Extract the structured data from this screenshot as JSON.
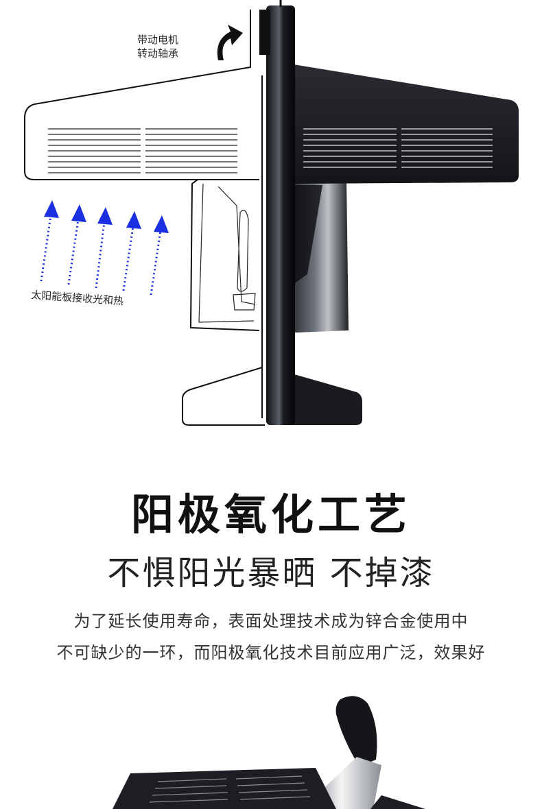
{
  "diagram": {
    "motor_label_line1": "带动电机",
    "motor_label_line2": "转动轴承",
    "solar_label": "太阳能板接收光和热",
    "arrow_color": "#1a2fe0",
    "panel_dark_color": "#1c1d22",
    "icons": [
      "curved-arrow-icon",
      "up-arrow-icon"
    ]
  },
  "headline": {
    "title": "阳极氧化工艺",
    "subtitle": "不惧阳光暴晒 不掉漆"
  },
  "description": {
    "line1": "为了延长使用寿命，表面处理技术成为锌合金使用中",
    "line2": "不可缺少的一环，而阳极氧化技术目前应用广泛，效果好"
  }
}
